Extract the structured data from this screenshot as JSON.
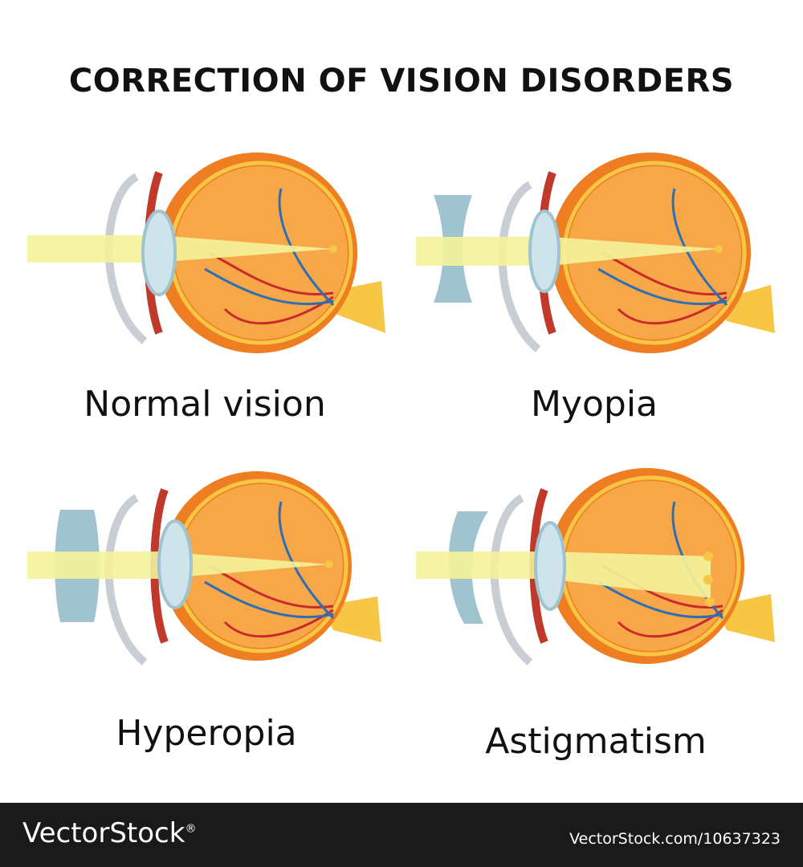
{
  "title": "CORRECTION OF VISION DISORDERS",
  "colors": {
    "sclera_outline": "#b9bec6",
    "eyeball": "#ef7d22",
    "eyeball_inner": "#f7a747",
    "rim": "#c0392b",
    "ring": "#f6c644",
    "lens": "#9fc3cf",
    "light_beam": "#f4f39a",
    "vein_red": "#c92a2a",
    "vein_blue": "#2d6fb5"
  },
  "panels": [
    {
      "id": "normal",
      "label": "Normal vision",
      "corrective_lens": "none",
      "focus_points": 1
    },
    {
      "id": "myopia",
      "label": "Myopia",
      "corrective_lens": "concave",
      "focus_points": 1
    },
    {
      "id": "hyperopia",
      "label": "Hyperopia",
      "corrective_lens": "convex",
      "focus_points": 1
    },
    {
      "id": "astigmatism",
      "label": "Astigmatism",
      "corrective_lens": "meniscus",
      "focus_points": 3
    }
  ],
  "footer": {
    "brand": "VectorStock",
    "registered": "®",
    "credit": "VectorStock.com/10637323"
  }
}
